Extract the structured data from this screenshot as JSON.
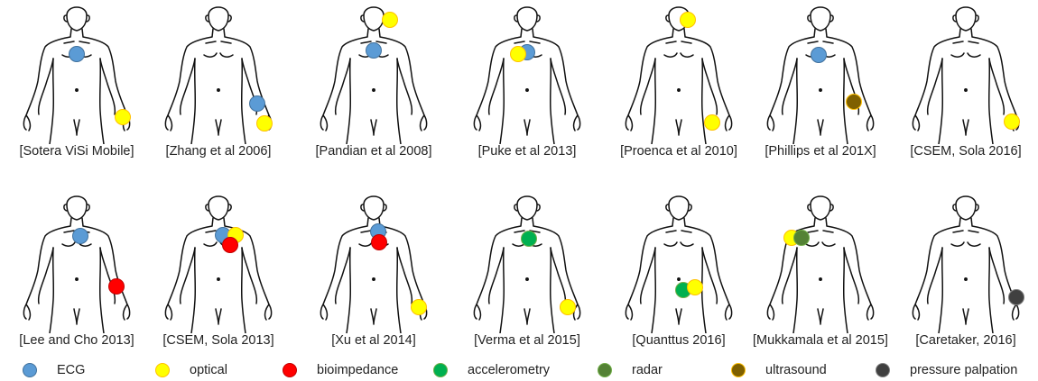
{
  "sensor_types": [
    {
      "key": "ecg",
      "label": "ECG",
      "color": "#5b9bd5",
      "border": "#41719c"
    },
    {
      "key": "optical",
      "label": "optical",
      "color": "#ffff00",
      "border": "#ffc000"
    },
    {
      "key": "bioimpedance",
      "label": "bioimpedance",
      "color": "#ff0000",
      "border": "#c00000"
    },
    {
      "key": "accelerometry",
      "label": "accelerometry",
      "color": "#00b050",
      "border": "#70ad47"
    },
    {
      "key": "radar",
      "label": "radar",
      "color": "#548235",
      "border": "#70ad47"
    },
    {
      "key": "ultrasound",
      "label": "ultrasound",
      "color": "#7f6000",
      "border": "#ffc000"
    },
    {
      "key": "pressure_palpation",
      "label": "pressure palpation",
      "color": "#404040",
      "border": "#7f7f7f"
    }
  ],
  "panels": [
    {
      "label": "[Sotera ViSi Mobile]",
      "sensors": [
        "ecg",
        "optical"
      ]
    },
    {
      "label": "[Zhang et al 2006]",
      "sensors": [
        "ecg",
        "optical"
      ]
    },
    {
      "label": "[Pandian et al 2008]",
      "sensors": [
        "optical",
        "ecg"
      ]
    },
    {
      "label": "[Puke et al 2013]",
      "sensors": [
        "ecg",
        "optical"
      ]
    },
    {
      "label": "[Proenca et al 2010]",
      "sensors": [
        "optical",
        "optical"
      ]
    },
    {
      "label": "[Phillips et al 201X]",
      "sensors": [
        "ecg",
        "ultrasound"
      ]
    },
    {
      "label": "[CSEM, Sola 2016]",
      "sensors": [
        "optical"
      ]
    },
    {
      "label": "[Lee and Cho 2013]",
      "sensors": [
        "ecg",
        "bioimpedance"
      ]
    },
    {
      "label": "[CSEM, Sola 2013]",
      "sensors": [
        "ecg",
        "optical",
        "bioimpedance"
      ]
    },
    {
      "label": "[Xu et al 2014]",
      "sensors": [
        "ecg",
        "bioimpedance",
        "optical"
      ]
    },
    {
      "label": "[Verma et al 2015]",
      "sensors": [
        "accelerometry",
        "optical"
      ]
    },
    {
      "label": "[Quanttus 2016]",
      "sensors": [
        "accelerometry",
        "optical"
      ]
    },
    {
      "label": "[Mukkamala et al 2015]",
      "sensors": [
        "optical",
        "radar"
      ]
    },
    {
      "label": "[Caretaker, 2016]",
      "sensors": [
        "pressure_palpation"
      ]
    }
  ]
}
